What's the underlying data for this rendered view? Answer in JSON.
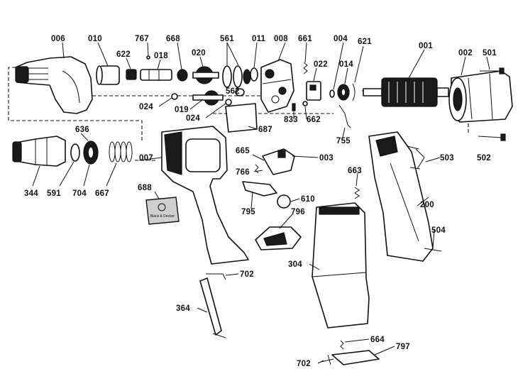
{
  "diagram": {
    "part_labels": {
      "p006": "006",
      "p010": "010",
      "p767": "767",
      "p668": "668",
      "p561": "561",
      "p011": "011",
      "p008": "008",
      "p661": "661",
      "p004": "004",
      "p621": "621",
      "p001": "001",
      "p002": "002",
      "p501": "501",
      "p622": "622",
      "p018": "018",
      "p020": "020",
      "p022": "022",
      "p014": "014",
      "p562": "562",
      "p024a": "024",
      "p019": "019",
      "p024b": "024",
      "p833": "833",
      "p662": "662",
      "p687": "687",
      "p755": "755",
      "p636": "636",
      "p007": "007",
      "p665": "665",
      "p003": "003",
      "p503": "503",
      "p502": "502",
      "p766": "766",
      "p663": "663",
      "p200": "200",
      "p344": "344",
      "p591": "591",
      "p704a": "704",
      "p667": "667",
      "p688": "688",
      "p795": "795",
      "p610": "610",
      "p796": "796",
      "p504": "504",
      "p304": "304",
      "p702a": "702",
      "p364": "364",
      "p664": "664",
      "p797": "797",
      "p702b": "702"
    },
    "nameplate_text": "Black & Decker"
  }
}
